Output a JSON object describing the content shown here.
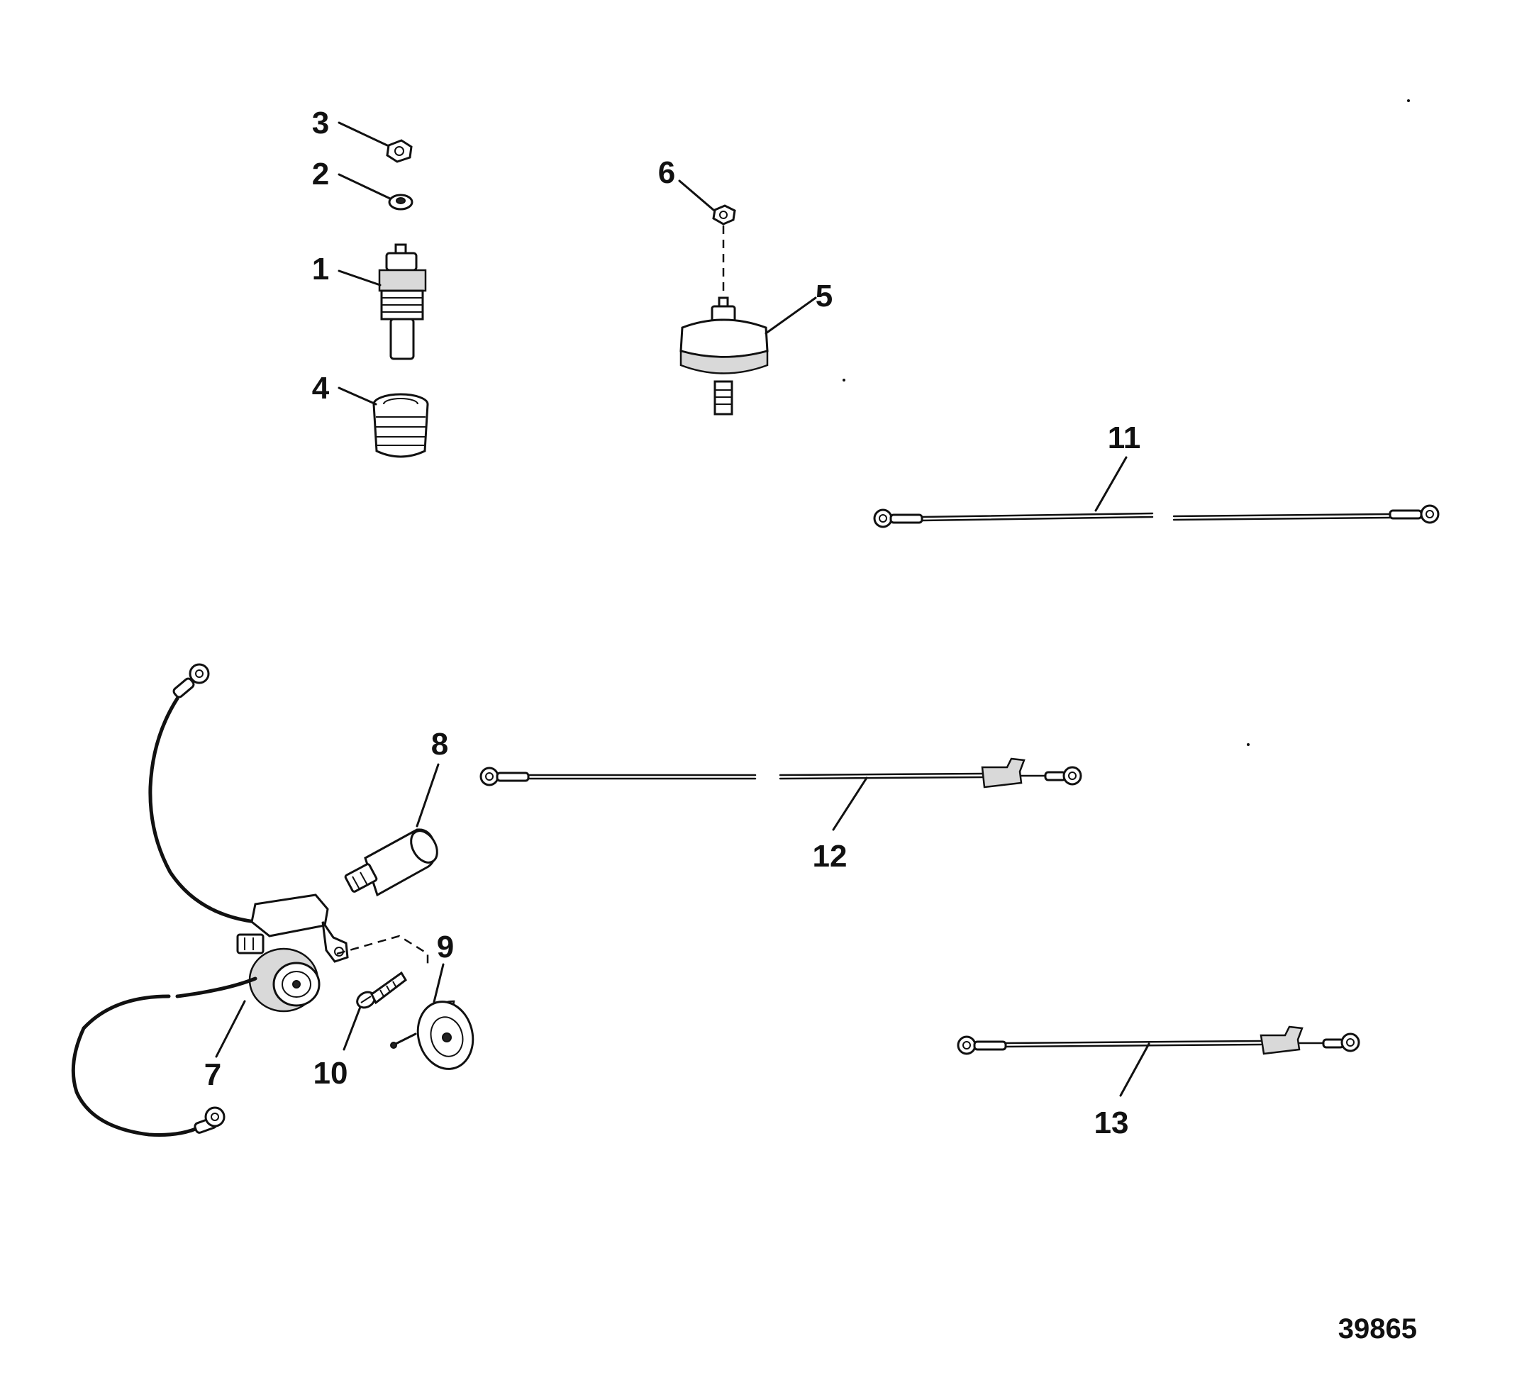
{
  "callouts": {
    "c1": "1",
    "c2": "2",
    "c3": "3",
    "c4": "4",
    "c5": "5",
    "c6": "6",
    "c7": "7",
    "c8": "8",
    "c9": "9",
    "c10": "10",
    "c11": "11",
    "c12": "12",
    "c13": "13"
  },
  "drawing_number": "39865"
}
